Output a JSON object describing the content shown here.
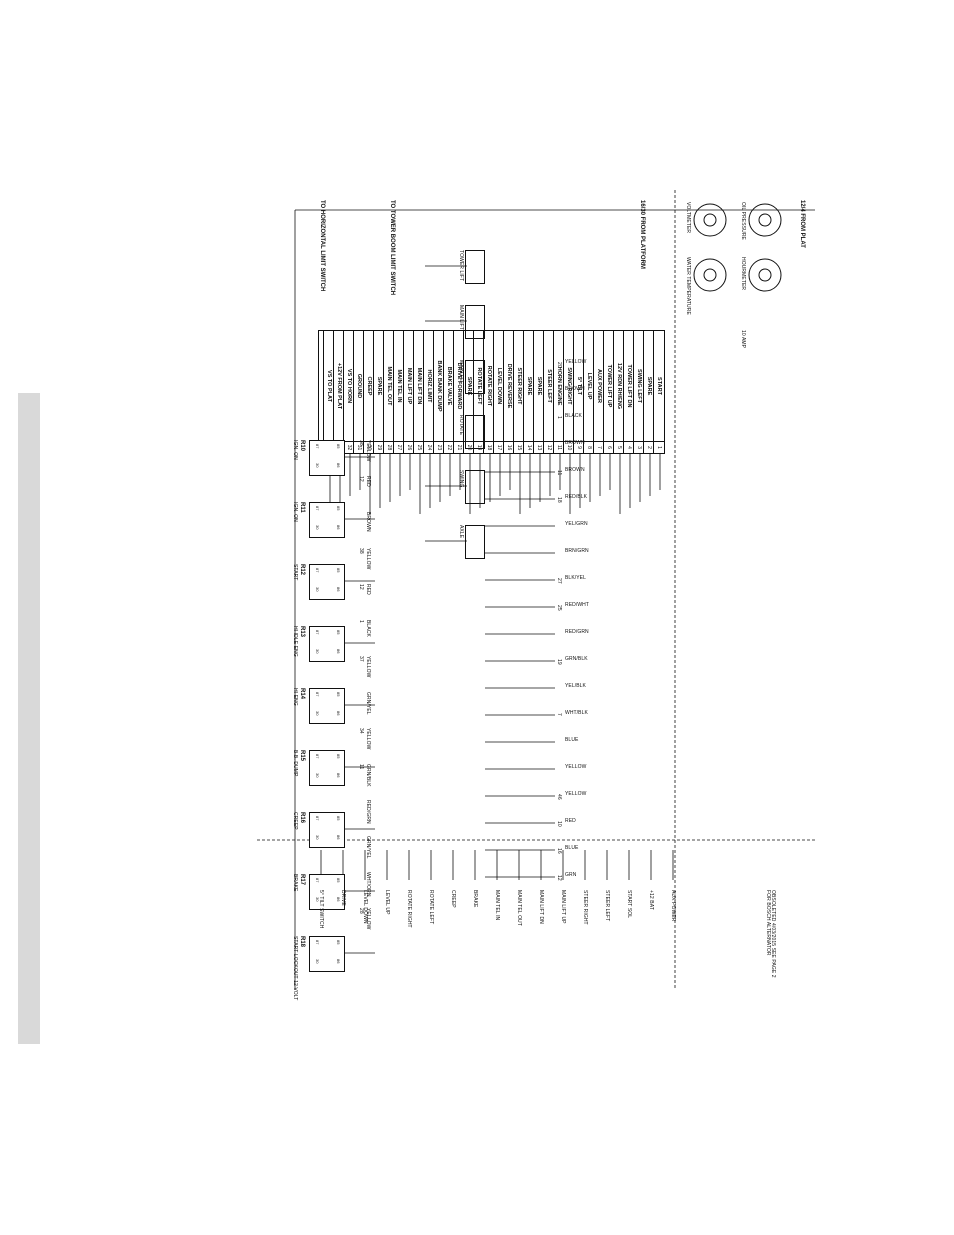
{
  "sections": {
    "from_plat_12_4": "12/4 FROM PLAT",
    "from_platform_16_30": "16/30 FROM PLATFORM",
    "to_tower_boom": "TO TOWER BOOM LIMIT SWITCH",
    "to_horizontal": "TO HORIZONTAL LIMIT SWITCH"
  },
  "gauges": [
    "OIL PRESSURE",
    "HOURMETER",
    "VOLTMETER",
    "WATER TEMPERATURE"
  ],
  "terminal_block": [
    "START",
    "SPARE",
    "SWING LEFT",
    "TOWER LIFT DN",
    "12V RDN RH/ENG",
    "TOWER LIFT UP",
    "AUX POWER",
    "LEVEL UP",
    "5° TILT",
    "SWING RIGHT",
    "HORN ENGINE",
    "STEER LEFT",
    "SPARE",
    "SPARE",
    "STEER RIGHT",
    "DRIVE REVERSE",
    "LEVEL DOWN",
    "ROTATE RIGHT",
    "ROTATE LEFT",
    "SPARE",
    "DRIVE FORWARD",
    "BRAKE VALVE",
    "BANK BANK DUMP",
    "HORIZ LIMIT",
    "MAIN LIFT DN",
    "MAIN LIFT UP",
    "MAIN TEL IN",
    "MAIN TEL OUT",
    "SPARE",
    "CREEP",
    "GROUND",
    "VS TO HORN",
    "+12V FROM PLAT",
    "VS TO PLAT"
  ],
  "relays": [
    {
      "id": "R10",
      "name": "IGN. ON"
    },
    {
      "id": "R11",
      "name": "IGN. ON"
    },
    {
      "id": "R12",
      "name": "START"
    },
    {
      "id": "R13",
      "name": "HI IDLE ENG"
    },
    {
      "id": "R14",
      "name": "HI ENG"
    },
    {
      "id": "R15",
      "name": "B.B. DUMP"
    },
    {
      "id": "R16",
      "name": "CREEP"
    },
    {
      "id": "R17",
      "name": "BRAKE"
    },
    {
      "id": "R18",
      "name": "START LOCKOUT 12 VOLT"
    }
  ],
  "valves": [
    "TOWER LIFT",
    "MAIN LIFT",
    "MAIN TEL",
    "ROTATE",
    "SWING",
    "AXLE"
  ],
  "left_wires": [
    {
      "label": "YELLOW",
      "num": "20"
    },
    {
      "label": "BROWN",
      "num": ""
    },
    {
      "label": "BLACK",
      "num": "1"
    },
    {
      "label": "BROWN",
      "num": ""
    },
    {
      "label": "BROWN",
      "num": "11"
    },
    {
      "label": "RED/BLK",
      "num": "18"
    },
    {
      "label": "YEL/GRN",
      "num": ""
    },
    {
      "label": "BRN/GRN",
      "num": ""
    },
    {
      "label": "BLK/YEL",
      "num": "27"
    },
    {
      "label": "RED/WHT",
      "num": "25"
    },
    {
      "label": "RED/GRN",
      "num": ""
    },
    {
      "label": "GRN/BLK",
      "num": "19"
    },
    {
      "label": "YEL/BLK",
      "num": ""
    },
    {
      "label": "WHT/BLK",
      "num": "7"
    },
    {
      "label": "BLUE",
      "num": ""
    },
    {
      "label": "YELLOW",
      "num": ""
    },
    {
      "label": "YELLOW",
      "num": "46"
    },
    {
      "label": "RED",
      "num": "10"
    },
    {
      "label": "BLUE",
      "num": "16"
    },
    {
      "label": "GRN",
      "num": "12"
    }
  ],
  "right_wires": [
    {
      "label": "YELLOW",
      "num": "38"
    },
    {
      "label": "RED",
      "num": "12"
    },
    {
      "label": "BROWN",
      "num": ""
    },
    {
      "label": "YELLOW",
      "num": "38"
    },
    {
      "label": "RED",
      "num": "12"
    },
    {
      "label": "BLACK",
      "num": "1"
    },
    {
      "label": "YELLOW",
      "num": "37"
    },
    {
      "label": "GRN/YEL",
      "num": ""
    },
    {
      "label": "YELLOW",
      "num": "34"
    },
    {
      "label": "GRN/BLK",
      "num": "11"
    },
    {
      "label": "RED/GRN",
      "num": ""
    },
    {
      "label": "GRN/YEL",
      "num": ""
    },
    {
      "label": "WHT/ORN",
      "num": ""
    },
    {
      "label": "YELLOW",
      "num": "28"
    }
  ],
  "bottom_labels": [
    "AUX POWER",
    "+12 BAT",
    "START SOL",
    "STEER LEFT",
    "STEER RIGHT",
    "MAIN LIFT UP",
    "MAIN LIFT DN",
    "MAIN TEL OUT",
    "MAIN TEL IN",
    "BRAKE",
    "CREEP",
    "ROTATE LEFT",
    "ROTATE RIGHT",
    "LEVEL UP",
    "LEVEL DOWN",
    "DRIVE",
    "5° TILT SWITCH"
  ],
  "notes": {
    "alternator": "OBSOLETED 4/03/2015 SEE PAGE 2 FOR BOSCH ALTERNATOR",
    "fuse_tag": "10 AMP"
  }
}
